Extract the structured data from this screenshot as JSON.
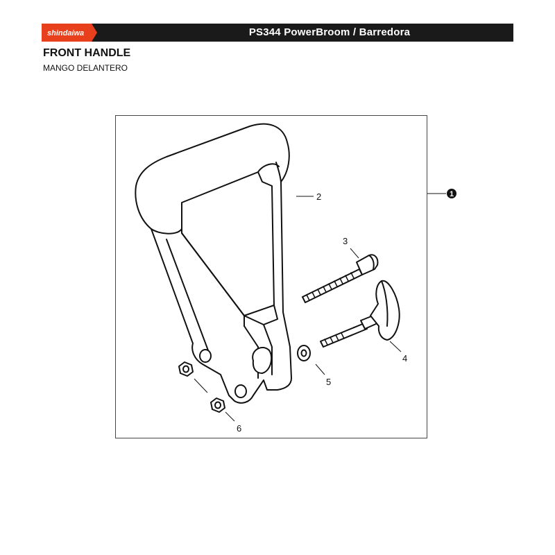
{
  "header": {
    "brand": "shindaiwa",
    "title": "PS344 PowerBroom / Barredora",
    "brand_color": "#e8401c",
    "bar_color": "#1a1a1a"
  },
  "section": {
    "title": "FRONT HANDLE",
    "subtitle": "MANGO DELANTERO"
  },
  "callouts": {
    "assembly": "1",
    "handle": "2",
    "bolt": "3",
    "knob_bolt": "4",
    "washer": "5",
    "nut": "6"
  }
}
